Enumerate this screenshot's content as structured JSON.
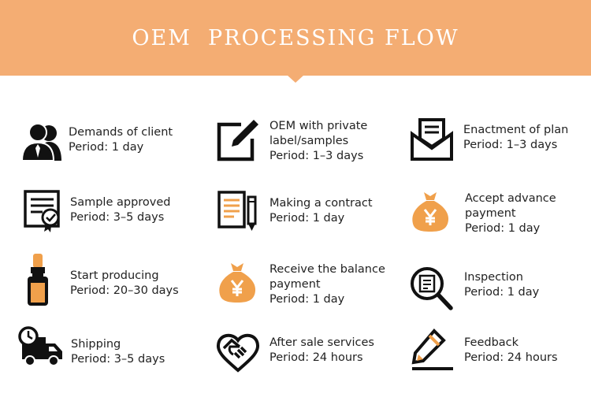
{
  "title": "OEM  PROCESSING FLOW",
  "colors": {
    "banner": "#f4ad73",
    "accent": "#f0a04b",
    "icon": "#111111"
  },
  "steps": [
    {
      "icon": "client-icon",
      "name": [
        "Demands of client"
      ],
      "period": "Period: 1 day"
    },
    {
      "icon": "edit-icon",
      "name": [
        "OEM with private",
        "label/samples"
      ],
      "period": "Period: 1–3 days"
    },
    {
      "icon": "envelope-icon",
      "name": [
        "Enactment of plan"
      ],
      "period": "Period: 1–3 days"
    },
    {
      "icon": "certificate-icon",
      "name": [
        "Sample approved"
      ],
      "period": "Period: 3–5 days"
    },
    {
      "icon": "contract-icon",
      "name": [
        "Making a contract"
      ],
      "period": "Period: 1 day"
    },
    {
      "icon": "money-bag-icon",
      "name": [
        "Accept advance",
        "payment"
      ],
      "period": "Period: 1 day"
    },
    {
      "icon": "dropper-bottle-icon",
      "name": [
        "Start producing"
      ],
      "period": "Period: 20–30 days"
    },
    {
      "icon": "money-bag-icon",
      "name": [
        "Receive the balance",
        "payment"
      ],
      "period": "Period: 1 day"
    },
    {
      "icon": "magnifier-icon",
      "name": [
        "Inspection"
      ],
      "period": "Period: 1 day"
    },
    {
      "icon": "truck-icon",
      "name": [
        "Shipping"
      ],
      "period": "Period: 3–5 days"
    },
    {
      "icon": "handshake-icon",
      "name": [
        "After sale services"
      ],
      "period": "Period: 24 hours"
    },
    {
      "icon": "pencil-feedback-icon",
      "name": [
        "Feedback"
      ],
      "period": "Period: 24 hours"
    }
  ]
}
